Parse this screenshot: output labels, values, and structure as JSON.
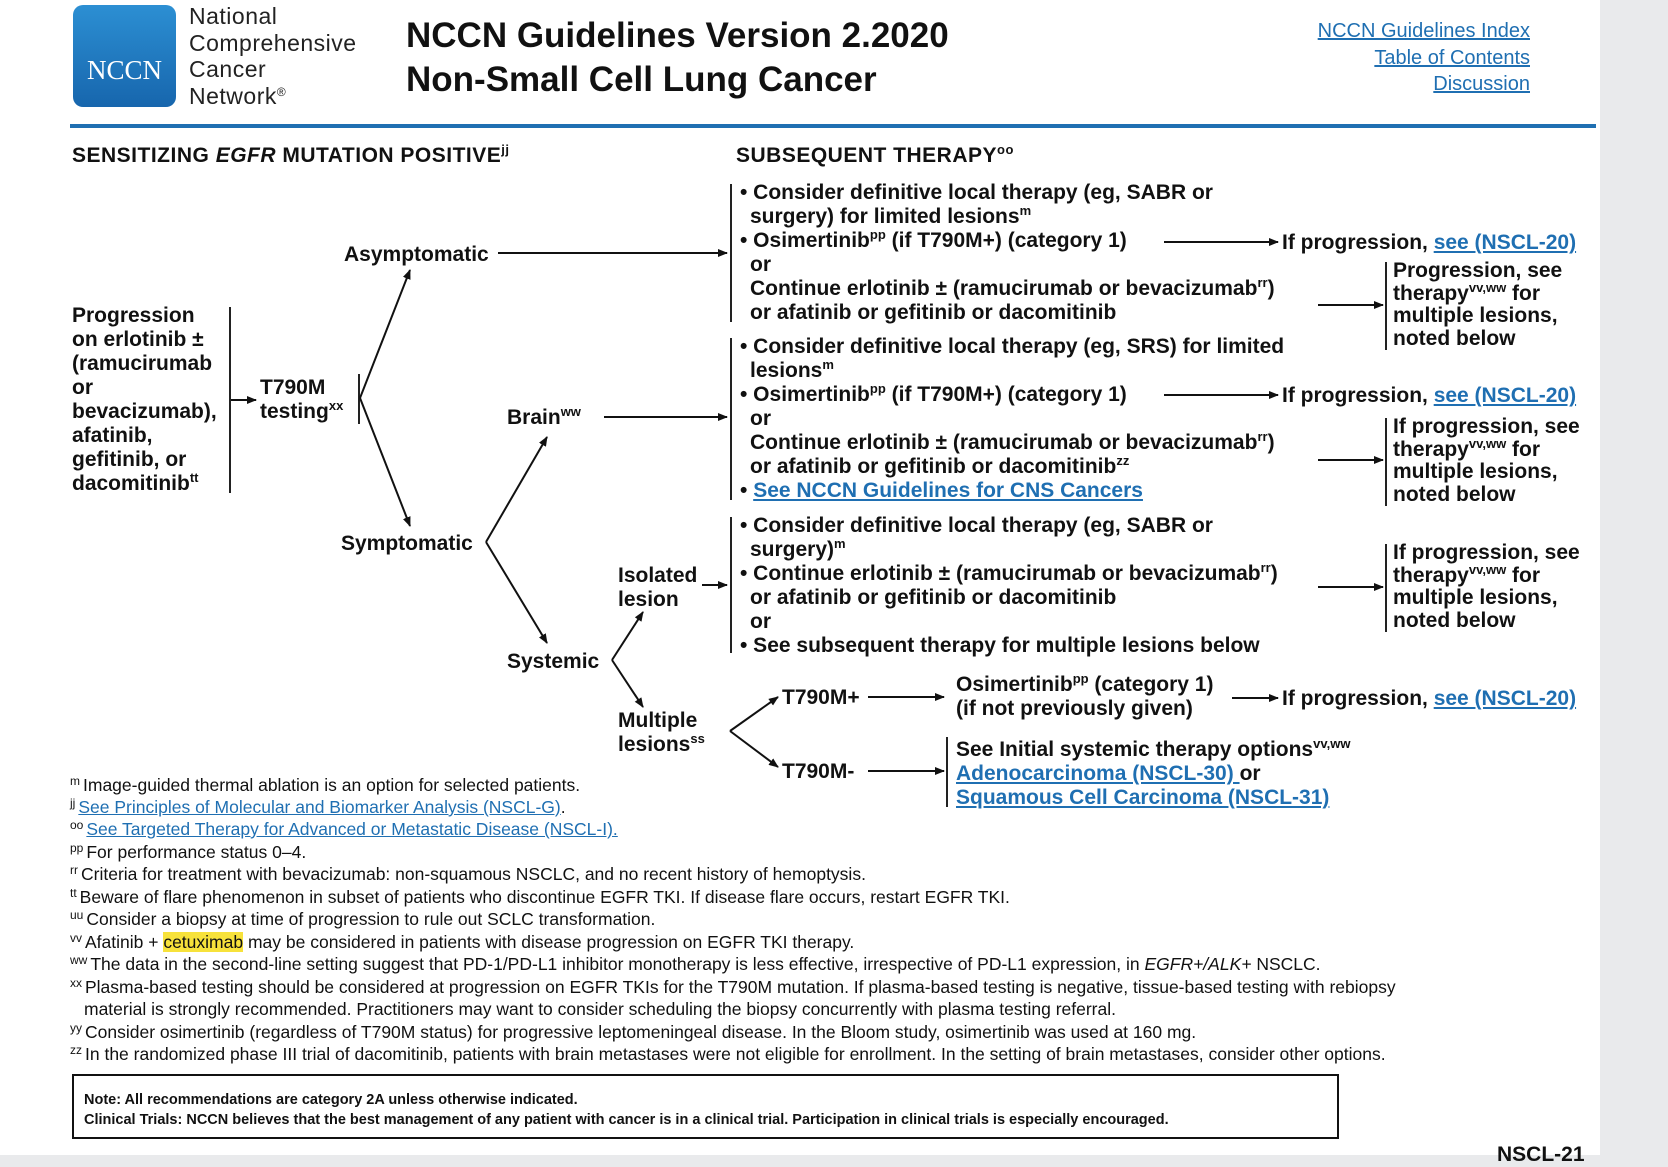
{
  "header": {
    "logo_abbr": "NCCN",
    "org_line1": "National",
    "org_line2": "Comprehensive",
    "org_line3": "Cancer",
    "org_line4": "Network",
    "org_reg": "®",
    "title_line1": "NCCN Guidelines Version 2.2020",
    "title_line2": "Non-Small Cell Lung Cancer",
    "links": [
      "NCCN Guidelines Index",
      "Table of Contents",
      "Discussion"
    ],
    "accent_color": "#1f6fb2"
  },
  "section": {
    "left_prefix": "SENSITIZING ",
    "left_italic": "EGFR",
    "left_suffix": " MUTATION POSITIVE",
    "left_sup": "jj",
    "right_title": "SUBSEQUENT THERAPY",
    "right_sup": "oo"
  },
  "flow": {
    "progression": [
      "Progression",
      "on erlotinib ±",
      "(ramucirumab",
      "or",
      "bevacizumab),",
      "afatinib,",
      "gefitinib, or",
      "dacomitinib"
    ],
    "progression_sup": "tt",
    "t790m_line1": "T790M",
    "t790m_line2": "testing",
    "t790m_sup": "xx",
    "asymptomatic": "Asymptomatic",
    "symptomatic": "Symptomatic",
    "brain": "Brain",
    "brain_sup": "ww",
    "systemic": "Systemic",
    "isolated": [
      "Isolated",
      "lesion"
    ],
    "multiple": [
      "Multiple",
      "lesions"
    ],
    "multiple_sup": "ss",
    "t790m_pos": "T790M+",
    "t790m_neg": "T790M-"
  },
  "boxes": {
    "asym": {
      "l1": "• Consider definitive local therapy (eg, SABR or",
      "l2": "surgery) for limited lesions",
      "l2_sup": "m",
      "l3a": "• Osimertinib",
      "l3_sup": "pp",
      "l3b": " (if T790M+) (category 1)",
      "l4": "or",
      "l5a": "Continue erlotinib ± (ramucirumab or bevacizumab",
      "l5_sup": "rr",
      "l5b": ")",
      "l6": "or afatinib or gefitinib or dacomitinib"
    },
    "brain": {
      "l1": "• Consider definitive local therapy (eg, SRS) for limited",
      "l2": "lesions",
      "l2_sup": "m",
      "l3a": "• Osimertinib",
      "l3_sup": "pp",
      "l3b": " (if T790M+) (category 1)",
      "l4": "or",
      "l5a": "Continue erlotinib ± (ramucirumab or bevacizumab",
      "l5_sup": "rr",
      "l5b": ")",
      "l6": "or afatinib or gefitinib or dacomitinib",
      "l6_sup": "zz",
      "l7_bullet": "• ",
      "l7_link": "See NCCN Guidelines for CNS Cancers"
    },
    "isolated": {
      "l1": "• Consider definitive local therapy (eg, SABR or",
      "l2": "surgery)",
      "l2_sup": "m",
      "l3a": "• Continue erlotinib ± (ramucirumab or bevacizumab",
      "l3_sup": "rr",
      "l3b": ")",
      "l4": "or afatinib or gefitinib or dacomitinib",
      "l5": "or",
      "l6": "• See subsequent therapy for multiple lesions below"
    },
    "osim": {
      "l1a": "Osimertinib",
      "l1_sup": "pp",
      "l1b": " (category 1)",
      "l2": "(if not previously given)"
    },
    "initial": {
      "l1": "See Initial systemic therapy options",
      "l1_sup": "vv,ww",
      "l2_link": "Adenocarcinoma (NSCL-30) ",
      "l2_tail": "or",
      "l3_link": "Squamous Cell Carcinoma (NSCL-31)"
    }
  },
  "outcomes": {
    "if_prog": "If progression, ",
    "see_link": "see (NSCL-20)",
    "prog1": [
      "Progression, see",
      "therapy",
      "for",
      "multiple lesions,",
      "noted below"
    ],
    "prog_sup": "vv,ww",
    "prog2": [
      "If progression, see",
      "therapy",
      "for",
      "multiple lesions,",
      "noted below"
    ]
  },
  "footnotes": [
    {
      "key": "m",
      "text": "Image-guided thermal ablation is an option for selected patients."
    },
    {
      "key": "jj",
      "link": "See Principles of Molecular and Biomarker Analysis (NSCL-G)",
      "tail": "."
    },
    {
      "key": "oo",
      "link": "See Targeted Therapy for Advanced or Metastatic Disease (NSCL-I).",
      "tail": ""
    },
    {
      "key": "pp",
      "text": "For performance status 0–4."
    },
    {
      "key": "rr",
      "text": "Criteria for treatment with bevacizumab: non-squamous NSCLC, and no recent history of hemoptysis."
    },
    {
      "key": "tt",
      "text": "Beware of flare phenomenon in subset of patients who discontinue EGFR TKI. If disease flare occurs, restart EGFR TKI."
    },
    {
      "key": "uu",
      "text": "Consider a biopsy at time of progression to rule out SCLC transformation."
    },
    {
      "key": "vv",
      "pre": "Afatinib + ",
      "hl": "cetuximab",
      "post": " may be considered in patients with disease progression on EGFR TKI therapy."
    },
    {
      "key": "ww",
      "pre": "The data in the second-line setting suggest that PD-1/PD-L1 inhibitor monotherapy is less effective, irrespective of PD-L1 expression, in ",
      "ital": "EGFR+/ALK+",
      "post": " NSCLC."
    },
    {
      "key": "xx",
      "text": "Plasma-based testing should be considered at progression on EGFR TKIs for the T790M mutation. If plasma-based testing is negative, tissue-based testing with rebiopsy",
      "cont": "material is strongly recommended. Practitioners may want to consider scheduling the biopsy concurrently with plasma testing referral."
    },
    {
      "key": "yy",
      "text": "Consider osimertinib (regardless of T790M status) for progressive leptomeningeal disease. In the Bloom study, osimertinib was used at 160 mg."
    },
    {
      "key": "zz",
      "text": "In the randomized phase III trial of dacomitinib, patients with brain metastases were not eligible for enrollment. In the setting of brain metastases, consider other options."
    }
  ],
  "note": {
    "line1": "Note: All recommendations are category 2A unless otherwise indicated.",
    "line2": "Clinical Trials: NCCN believes that the best management of any patient with cancer is in a clinical trial. Participation in clinical trials is especially encouraged."
  },
  "page_id": "NSCL-21"
}
